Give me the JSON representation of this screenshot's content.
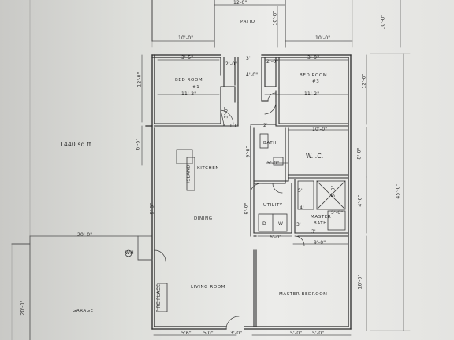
{
  "plan": {
    "area": "1440 sq ft.",
    "rooms": {
      "patio": "PATIO",
      "bedroom1": "BED ROOM",
      "bedroom1_num": "#1",
      "bedroom3": "BED ROOM",
      "bedroom3_num": "#3",
      "kitchen": "KITCHEN",
      "island": "ISLAND",
      "dining": "DINING",
      "living": "LIVING ROOM",
      "bath": "BATH",
      "wic": "W.I.C.",
      "utility": "UTILITY",
      "dryer": "D",
      "washer": "W",
      "master_bath": "MASTER",
      "master_bath_2": "BATH",
      "master_bedroom": "MASTER BEDROOM",
      "garage": "GARAGE",
      "lc": "L.C.",
      "wh": "WH",
      "fireplace": "FIRE PLACE"
    },
    "dims": {
      "patio_width": "12-0\"",
      "patio_depth": "10'-0\"",
      "patio_left": "10'-0\"",
      "patio_right": "10'-0\"",
      "overall_top": "10'-0\"",
      "bed1_top": "3'-5\"",
      "bed1_width": "11'-2\"",
      "bed1_height": "12'-0\"",
      "bed3_top": "3'-9\"",
      "bed3_width": "11'-2\"",
      "bed3_height": "12'-0\"",
      "hall_width": "4'-0\"",
      "closet1": "2'-0\"",
      "closet3": "2'-0\"",
      "bath_depth": "9'-0\"",
      "bath_width": "5'-0\"",
      "wic_width": "10'-0\"",
      "wic_depth": "8'-0\"",
      "mb_dim1": "5'-0\"",
      "mb_dim2": "4'-0\"",
      "mb_dim3": "5'-0\"",
      "utility_depth": "8'-0\"",
      "utility_width": "6'-0\"",
      "mb_width": "9'-0\"",
      "garage_width": "20'-0\"",
      "garage_depth": "20'-0\"",
      "left_side": "6'-5\"",
      "master_depth": "16'-0\"",
      "overall_depth": "45'-0\"",
      "kitchen_wall": "9'-5\"",
      "bottom_a": "5'6\"",
      "bottom_b": "5'0\"",
      "bottom_c": "3'-0\"",
      "bottom_d": "5'-0\"",
      "bottom_e": "5'-0\"",
      "door_3": "3'",
      "door_2": "2'",
      "dim_5": "5'",
      "dim_4": "4'",
      "dim_3": "3'",
      "dim_3b": "3'",
      "bed1_door": "3'-0\""
    }
  }
}
